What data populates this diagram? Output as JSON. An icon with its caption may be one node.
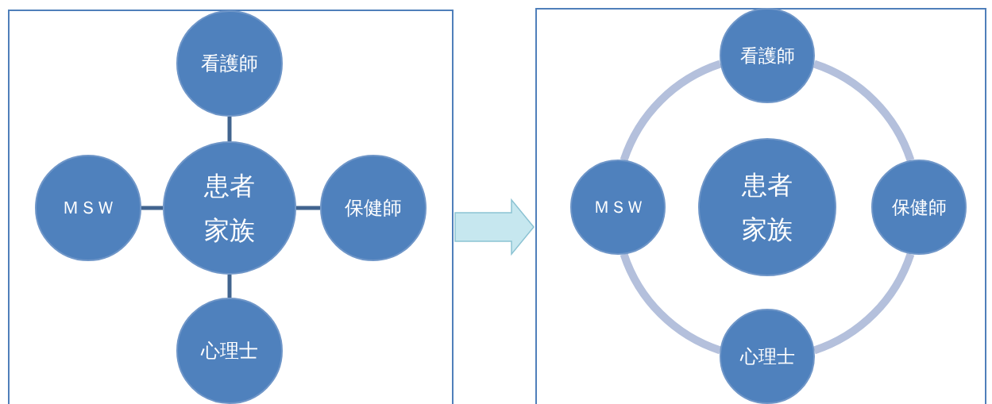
{
  "diagram": {
    "nodes": [
      {
        "text": [],
        "shape": "box"
      },
      {
        "text": [
          "看護師"
        ],
        "in": 0
      },
      {
        "text": [
          "ＭＳＷ"
        ],
        "in": 0
      },
      {
        "text": [
          "患者家族"
        ],
        "in": 0
      },
      {
        "text": [
          "保健師"
        ],
        "in": 0
      },
      {
        "text": [
          "心理士"
        ],
        "in": 0
      },
      {
        "text": [],
        "shape": "box"
      },
      {
        "text": [
          "看護師"
        ],
        "in": 6
      },
      {
        "text": [
          "ＭＳＷ"
        ],
        "in": 6
      },
      {
        "text": [
          "患者家族"
        ],
        "in": 6
      },
      {
        "text": [
          "保健師"
        ],
        "in": 6
      },
      {
        "text": [
          "心理士"
        ],
        "in": 6
      }
    ],
    "edges": [
      {
        "from": 3,
        "to": 1,
        "arrow": "none"
      },
      {
        "from": 3,
        "to": 2,
        "arrow": "none"
      },
      {
        "from": 3,
        "to": 4,
        "arrow": "none"
      },
      {
        "from": 3,
        "to": 5,
        "arrow": "none"
      },
      {
        "from": 0,
        "to": 6,
        "arrow": "to",
        "style": "thick",
        "color": "#c6e7ef"
      },
      {
        "from": 7,
        "to": 10,
        "arrow": "none",
        "style": "thick",
        "color": "#b4c0dc"
      },
      {
        "from": 10,
        "to": 11,
        "arrow": "none",
        "style": "thick",
        "color": "#b4c0dc"
      },
      {
        "from": 11,
        "to": 8,
        "arrow": "none",
        "style": "thick",
        "color": "#b4c0dc"
      },
      {
        "from": 8,
        "to": 7,
        "arrow": "none",
        "style": "thick",
        "color": "#b4c0dc"
      }
    ]
  }
}
